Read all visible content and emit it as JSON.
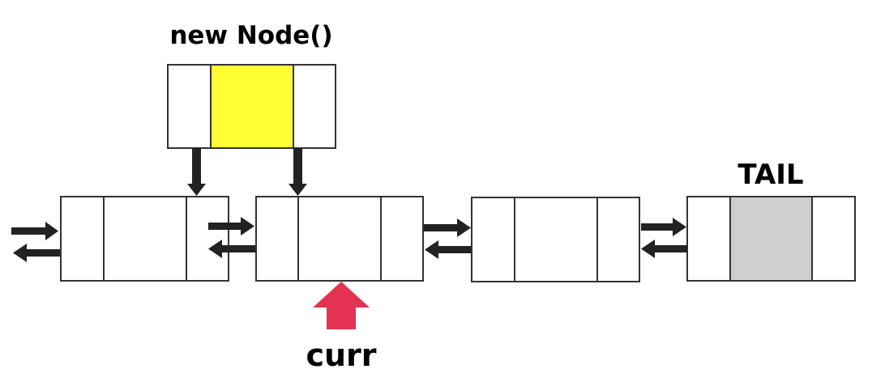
{
  "labels": {
    "new_node": "new Node()",
    "tail": "TAIL",
    "curr": "curr"
  },
  "nodes": [
    {
      "id": "new-node",
      "data_fill": "yellow"
    },
    {
      "id": "node-1",
      "data_fill": "white"
    },
    {
      "id": "node-2",
      "data_fill": "white"
    },
    {
      "id": "node-3",
      "data_fill": "white"
    },
    {
      "id": "tail-node",
      "data_fill": "gray"
    }
  ],
  "colors": {
    "stroke": "#333333",
    "arrow": "#222222",
    "new_node_data": "#ffff33",
    "tail_data": "#d0cfcf",
    "curr_pointer": "#e43352"
  },
  "icons": {
    "link_arrows": "double-arrow-icon",
    "down_arrows": "down-arrow-icon",
    "curr_pointer": "up-arrow-icon"
  }
}
